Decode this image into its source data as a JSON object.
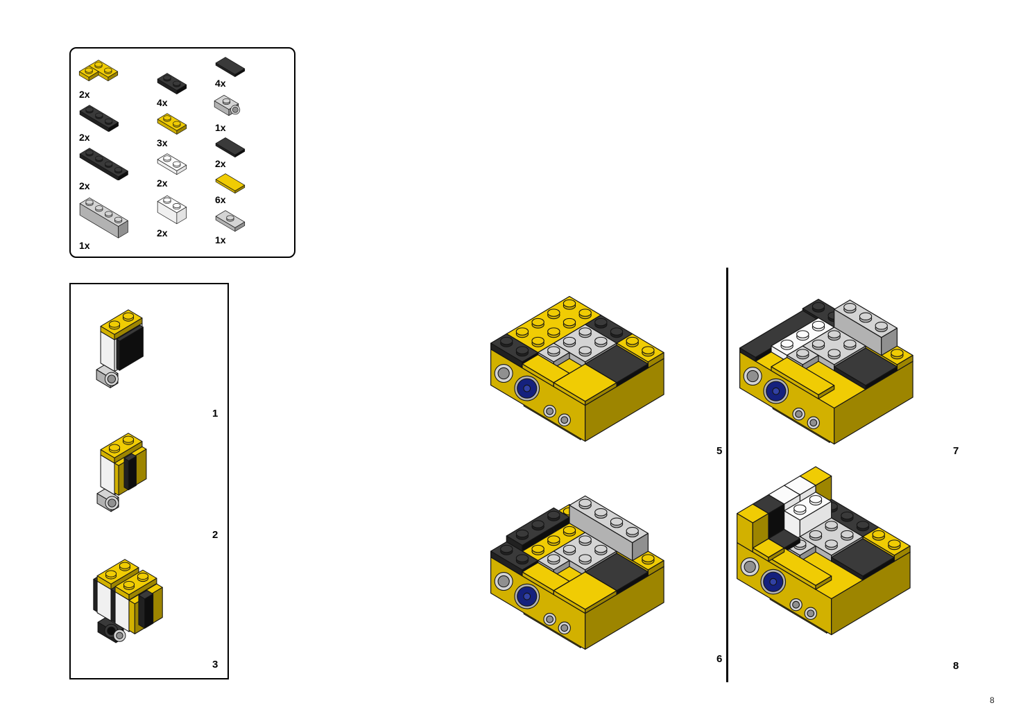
{
  "page": {
    "number": "8"
  },
  "colors": {
    "yellow": "#E9C601",
    "black": "#1A1A1A",
    "gray": "#B2B2B2",
    "transparent_clear": "#F5F5F5",
    "lens_blue": "#15217D",
    "background": "#FFFFFF",
    "line": "#000000"
  },
  "parts_list": {
    "items": [
      {
        "qty": "2x",
        "part": "yellow-corner-plate-2x2"
      },
      {
        "qty": "2x",
        "part": "black-plate-1x3"
      },
      {
        "qty": "2x",
        "part": "black-plate-1x4"
      },
      {
        "qty": "1x",
        "part": "gray-brick-1x4"
      },
      {
        "qty": "4x",
        "part": "black-plate-1x2"
      },
      {
        "qty": "3x",
        "part": "yellow-plate-1x2"
      },
      {
        "qty": "2x",
        "part": "trans-clear-plate-1x2"
      },
      {
        "qty": "2x",
        "part": "trans-clear-brick-1x2"
      },
      {
        "qty": "4x",
        "part": "black-tile-1x2"
      },
      {
        "qty": "1x",
        "part": "gray-camera-plate-1x2"
      },
      {
        "qty": "2x",
        "part": "black-tile-1x2"
      },
      {
        "qty": "6x",
        "part": "yellow-tile-1x2"
      },
      {
        "qty": "1x",
        "part": "gray-jumper-plate-1x2"
      }
    ]
  },
  "sub_assembly": {
    "steps": [
      {
        "label": "1"
      },
      {
        "label": "2"
      },
      {
        "label": "3"
      }
    ]
  },
  "main_steps": [
    {
      "label": "5"
    },
    {
      "label": "6"
    },
    {
      "label": "7"
    },
    {
      "label": "8"
    }
  ]
}
